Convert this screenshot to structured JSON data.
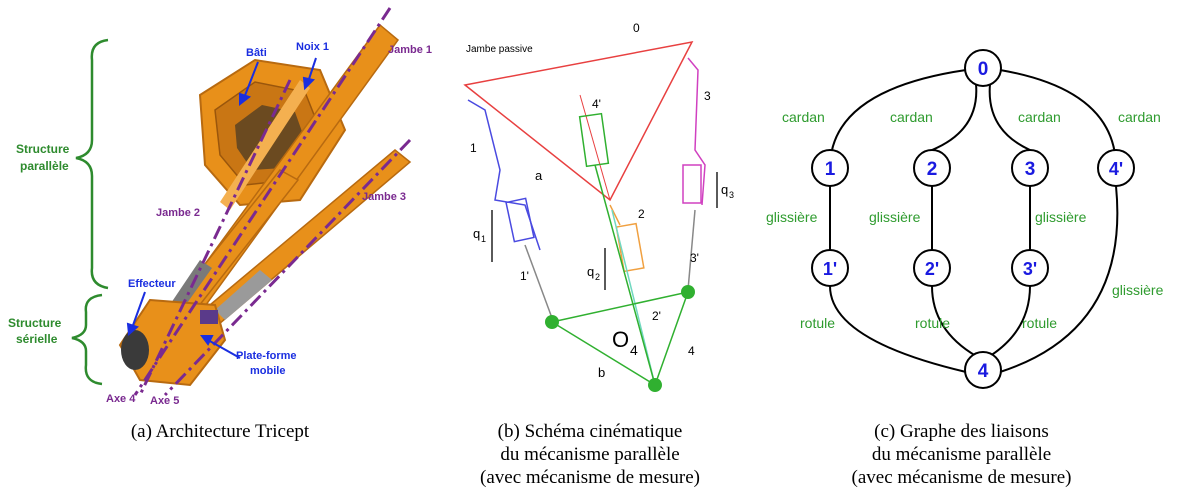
{
  "panel_a": {
    "caption": "(a) Architecture Tricept",
    "labels": {
      "bati": "Bâti",
      "noix1": "Noix 1",
      "jambe1": "Jambe 1",
      "jambe2": "Jambe 2",
      "jambe3": "Jambe 3",
      "structure_parallele_1": "Structure",
      "structure_parallele_2": "parallèle",
      "structure_serielle_1": "Structure",
      "structure_serielle_2": "sérielle",
      "effecteur": "Effecteur",
      "plateforme_1": "Plate-forme",
      "plateforme_2": "mobile",
      "axe4": "Axe 4",
      "axe5": "Axe 5"
    },
    "colors": {
      "robot": "#e8901a",
      "robot_dark": "#b86a10",
      "axis": "#7a2a90",
      "arrow": "#1a2ee0",
      "brace": "#2e8b2e"
    }
  },
  "panel_b": {
    "caption_lines": [
      "(b) Schéma cinématique",
      "du mécanisme parallèle",
      "(avec mécanisme de mesure)"
    ],
    "labels": {
      "zero": "0",
      "jambe_passive": "Jambe passive",
      "l1": "1",
      "l1p": "1'",
      "l2": "2",
      "l2p": "2'",
      "l3": "3",
      "l3p": "3'",
      "l4": "4",
      "l4p": "4'",
      "a": "a",
      "b": "b",
      "q1": "q",
      "q1s": "1",
      "q2": "q",
      "q2s": "2",
      "q3": "q",
      "q3s": "3",
      "o4": "O",
      "o4s": "4"
    },
    "colors": {
      "base": "#e84040",
      "leg1": "#4a4ae0",
      "leg2": "#f0a040",
      "leg3": "#d040c0",
      "passive": "#30b030",
      "platform": "#30b030"
    }
  },
  "panel_c": {
    "caption_lines": [
      "(c) Graphe des liaisons",
      "du mécanisme parallèle",
      "(avec mécanisme de mesure)"
    ],
    "nodes": [
      "0",
      "1",
      "2",
      "3",
      "4'",
      "1'",
      "2'",
      "3'",
      "4"
    ],
    "edge_labels": {
      "cardan1": "cardan",
      "cardan2": "cardan",
      "cardan3": "cardan",
      "cardan4": "cardan",
      "glissiere1": "glissière",
      "glissiere2": "glissière",
      "glissiere3": "glissière",
      "glissiere4": "glissière",
      "rotule1": "rotule",
      "rotule2": "rotule",
      "rotule3": "rotule"
    },
    "colors": {
      "node_text": "#1a1ae0",
      "label": "#2e9b2e",
      "edge": "#000000"
    }
  }
}
